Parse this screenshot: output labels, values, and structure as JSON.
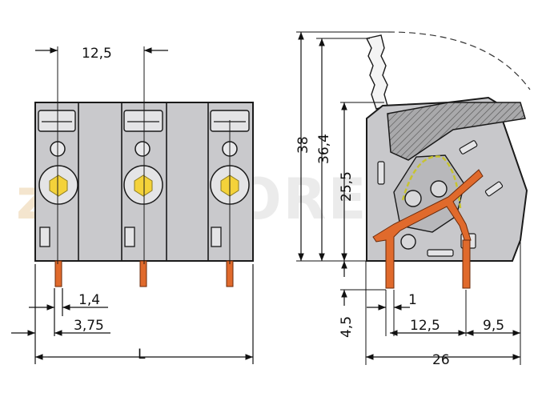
{
  "watermark": {
    "left": "zip",
    "right": "STORE.RU"
  },
  "front_view": {
    "pitch_label": "12,5",
    "pin_width_label": "1,4",
    "pin_offset_label": "3,75",
    "length_label": "L"
  },
  "side_view": {
    "height_total_label": "38",
    "height_2_label": "36,4",
    "height_3_label": "25,5",
    "pin_length_label": "4,5",
    "pin_thickness_label": "1",
    "pin_spacing_label": "12,5",
    "edge_offset_label": "9,5",
    "depth_label": "26"
  },
  "colors": {
    "housing": "#c8c8cb",
    "outline": "#1a1a1a",
    "pin": "#e06a2c",
    "button": "#f4d23a",
    "lever": "#9a9a9c"
  }
}
